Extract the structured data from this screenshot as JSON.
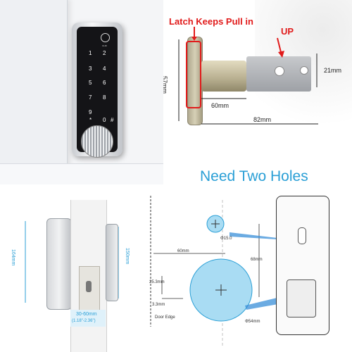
{
  "top_right": {
    "latch_note": "Latch Keeps Pull in",
    "up_label": "UP",
    "dim_height": "57mm",
    "dim_inner_width": "60mm",
    "dim_total_width": "82mm",
    "dim_plate_height": "21mm"
  },
  "keypad": {
    "mode_label": "CLID",
    "keys": [
      "1",
      "2",
      "3",
      "4",
      "5",
      "6",
      "7",
      "8",
      "9",
      "*",
      "0",
      "#"
    ]
  },
  "headline": "Need Two Holes",
  "bottom_left": {
    "dim_side_height": "164mm",
    "dim_plate_height": "150mm",
    "door_thickness": "30-60mm",
    "door_thickness_inch": "(1.18\"-2.36\")"
  },
  "drill_diagram": {
    "dim_backset": "60mm",
    "dim_small_hole": "Φ15.0",
    "dim_hole_spacing": "68mm",
    "dim_offset": "25.3mm",
    "dim_edge": "3.3mm",
    "dim_big_hole": "Φ54mm",
    "door_edge_label": "Door Edge"
  },
  "colors": {
    "accent_blue": "#2a9fd6",
    "hole_fill": "#a9dcf3",
    "annotation_red": "#e11b1b",
    "arrow_blue": "#3a8fd8"
  }
}
